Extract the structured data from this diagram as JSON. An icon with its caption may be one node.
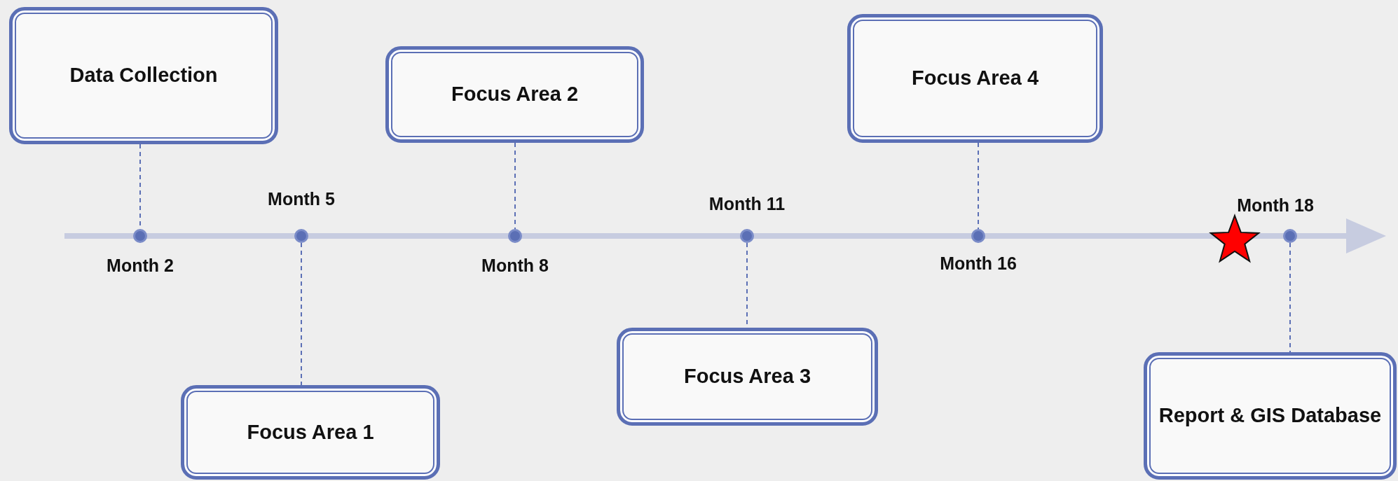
{
  "diagram": {
    "nodes": [
      {
        "text": [
          "Data Collection"
        ]
      },
      {
        "text": [
          "Focus Area 2"
        ]
      },
      {
        "text": [
          "Focus Area 4"
        ]
      },
      {
        "text": [],
        "shape": "circle",
        "beside": [
          "Month 2"
        ]
      },
      {
        "text": [],
        "shape": "circle",
        "beside": [
          "Month 5"
        ]
      },
      {
        "text": [],
        "shape": "circle",
        "beside": [
          "Month 8"
        ]
      },
      {
        "text": [],
        "shape": "circle",
        "beside": [
          "Month 11"
        ]
      },
      {
        "text": [],
        "shape": "circle",
        "beside": [
          "Month 16"
        ]
      },
      {
        "text": [],
        "shape": "circle",
        "beside": [
          "Month 18"
        ]
      },
      {
        "text": [
          "Focus Area 1"
        ]
      },
      {
        "text": [
          "Focus Area 3"
        ]
      },
      {
        "text": [
          "Report & GIS Database"
        ]
      }
    ],
    "edges": [
      {
        "from": 0,
        "to": 3,
        "arrow": "none",
        "style": "dashed"
      },
      {
        "from": 1,
        "to": 5,
        "arrow": "none",
        "style": "dashed"
      },
      {
        "from": 2,
        "to": 7,
        "arrow": "none",
        "style": "dashed"
      },
      {
        "from": 4,
        "to": 9,
        "arrow": "none",
        "style": "dashed"
      },
      {
        "from": 6,
        "to": 10,
        "arrow": "none",
        "style": "dashed"
      },
      {
        "from": 8,
        "to": 11,
        "arrow": "none",
        "style": "dashed"
      }
    ]
  }
}
